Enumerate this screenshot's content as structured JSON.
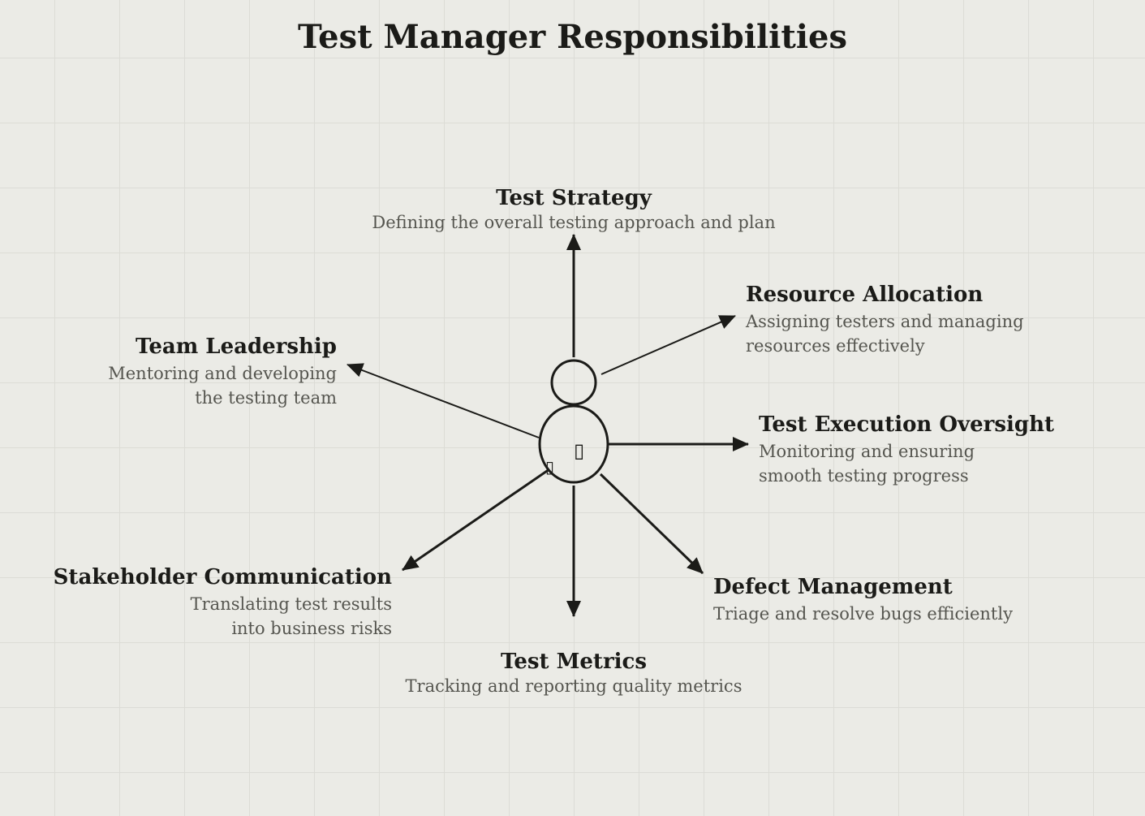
{
  "title": "Test Manager Responsibilities",
  "colors": {
    "background": "#ebebe6",
    "grid": "#dcdcd6",
    "ink": "#1b1b18",
    "muted": "#55554f"
  },
  "center_figure": {
    "icon": "person-icon",
    "glyphs": [
      "▯",
      "▯"
    ]
  },
  "nodes": {
    "test_strategy": {
      "label": "Test Strategy",
      "desc": "Defining the overall testing approach and plan"
    },
    "resource_allocation": {
      "label": "Resource Allocation",
      "desc_line1": "Assigning testers and managing",
      "desc_line2": "resources effectively"
    },
    "team_leadership": {
      "label": "Team Leadership",
      "desc_line1": "Mentoring and developing",
      "desc_line2": "the testing team"
    },
    "test_execution": {
      "label": "Test Execution Oversight",
      "desc_line1": "Monitoring and ensuring",
      "desc_line2": "smooth testing progress"
    },
    "stakeholder_communication": {
      "label": "Stakeholder Communication",
      "desc_line1": "Translating test results",
      "desc_line2": "into business risks"
    },
    "defect_management": {
      "label": "Defect Management",
      "desc": "Triage and resolve bugs efficiently"
    },
    "test_metrics": {
      "label": "Test Metrics",
      "desc": "Tracking and reporting quality metrics"
    }
  }
}
